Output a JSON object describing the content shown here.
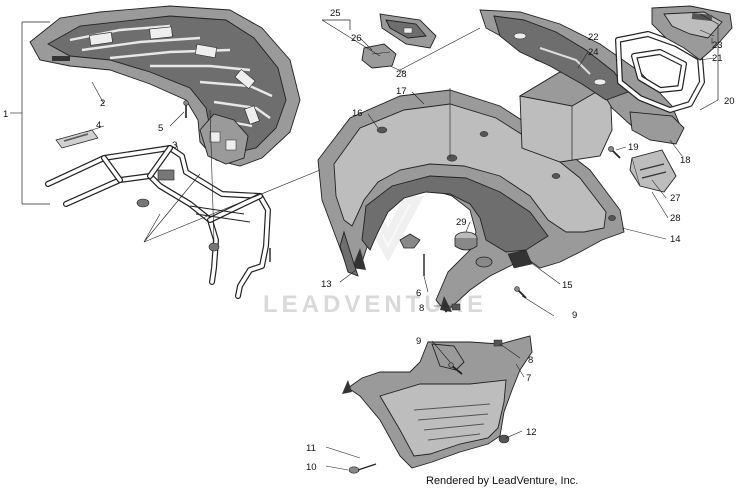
{
  "diagram": {
    "watermark": "LEADVENTURE",
    "credit": "Rendered by LeadVenture, Inc."
  },
  "callouts": [
    {
      "id": "1",
      "text": "1"
    },
    {
      "id": "2",
      "text": "2"
    },
    {
      "id": "3",
      "text": "3"
    },
    {
      "id": "4",
      "text": "4"
    },
    {
      "id": "5",
      "text": "5"
    },
    {
      "id": "6",
      "text": "6"
    },
    {
      "id": "7",
      "text": "7"
    },
    {
      "id": "8a",
      "text": "8"
    },
    {
      "id": "8b",
      "text": "8"
    },
    {
      "id": "9a",
      "text": "9"
    },
    {
      "id": "9b",
      "text": "9"
    },
    {
      "id": "10",
      "text": "10"
    },
    {
      "id": "11",
      "text": "11"
    },
    {
      "id": "12",
      "text": "12"
    },
    {
      "id": "13",
      "text": "13"
    },
    {
      "id": "14",
      "text": "14"
    },
    {
      "id": "15",
      "text": "15"
    },
    {
      "id": "16",
      "text": "16"
    },
    {
      "id": "17",
      "text": "17"
    },
    {
      "id": "18",
      "text": "18"
    },
    {
      "id": "19",
      "text": "19"
    },
    {
      "id": "20",
      "text": "20"
    },
    {
      "id": "21",
      "text": "21"
    },
    {
      "id": "22",
      "text": "22"
    },
    {
      "id": "23",
      "text": "23"
    },
    {
      "id": "24",
      "text": "24"
    },
    {
      "id": "25",
      "text": "25"
    },
    {
      "id": "26",
      "text": "26"
    },
    {
      "id": "27",
      "text": "27"
    },
    {
      "id": "28a",
      "text": "28"
    },
    {
      "id": "28b",
      "text": "28"
    },
    {
      "id": "29",
      "text": "29"
    }
  ]
}
